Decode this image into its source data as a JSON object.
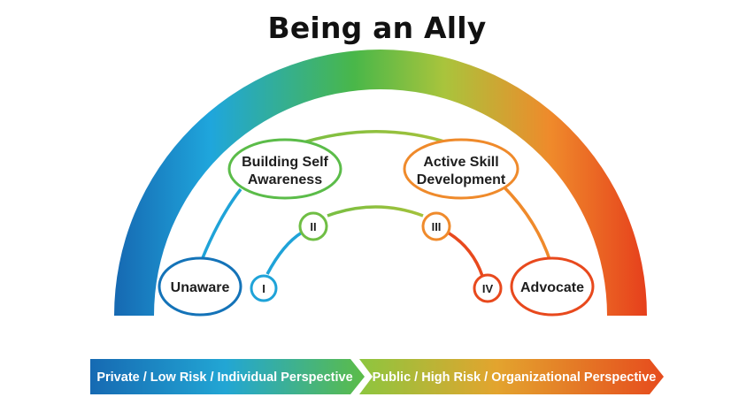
{
  "title": "Being an Ally",
  "stages": {
    "unaware": "Unaware",
    "building_1": "Building Self",
    "building_2": "Awareness",
    "active_1": "Active Skill",
    "active_2": "Development",
    "advocate": "Advocate"
  },
  "steps": [
    "I",
    "II",
    "III",
    "IV"
  ],
  "bands": {
    "left": "Private / Low Risk / Individual Perspective",
    "right": "Public / High Risk / Organizational Perspective"
  },
  "colors": {
    "blue": "#1473b8",
    "cyan": "#1fa3d8",
    "green": "#6fbe44",
    "yellow_green": "#b9c23a",
    "orange": "#ef8a2b",
    "red_orange": "#e8491d"
  }
}
